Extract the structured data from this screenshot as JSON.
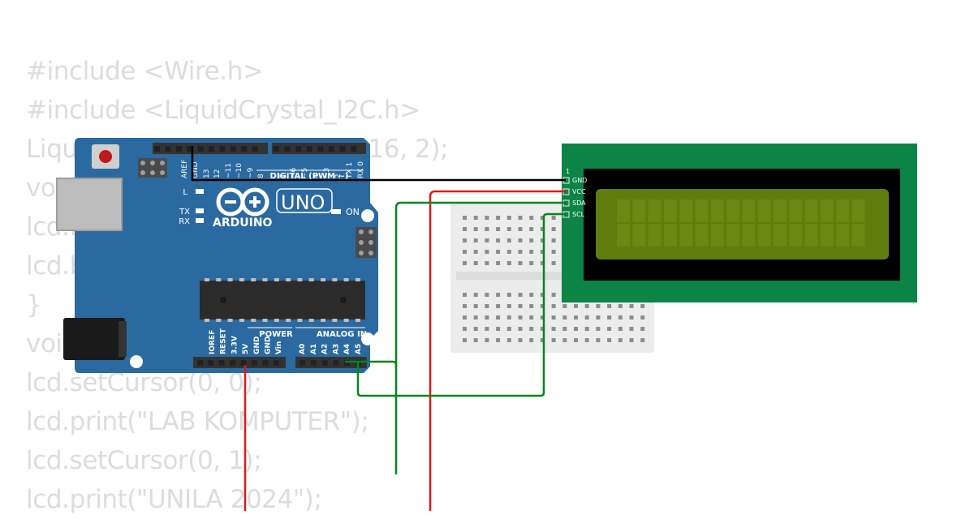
{
  "code": [
    "#include <Wire.h>",
    "#include <LiquidCrystal_I2C.h>",
    "LiquidCrystal_I2C lcd(0x27, 16, 2);",
    "void setup() {",
    "lcd.init();",
    "lcd.backlight();",
    "}",
    "void loop() {",
    "lcd.setCursor(0, 0);",
    "lcd.print(\"LAB KOMPUTER\");",
    "lcd.setCursor(0, 1);",
    "lcd.print(\"UNILA 2024\");"
  ],
  "arduino": {
    "brand": "ARDUINO",
    "model": "UNO",
    "digital_label": "DIGITAL (PWM ~)",
    "power_label": "POWER",
    "analog_label": "ANALOG IN",
    "led_l": "L",
    "led_tx": "TX",
    "led_rx": "RX",
    "led_on": "ON",
    "digital_pins": [
      "AREF",
      "GND",
      "13",
      "12",
      "~11",
      "~10",
      "~9",
      "8",
      "7",
      "~6",
      "~5",
      "4",
      "~3",
      "2",
      "TX 1",
      "RX 0"
    ],
    "power_pins": [
      "IOREF",
      "RESET",
      "3.3V",
      "5V",
      "GND",
      "GND",
      "Vin"
    ],
    "analog_pins": [
      "A0",
      "A1",
      "A2",
      "A3",
      "A4",
      "A5"
    ]
  },
  "lcd": {
    "pin1": "1",
    "pins": [
      "GND",
      "VCC",
      "SDA",
      "SCL"
    ]
  },
  "colors": {
    "board": "#2b6aa0",
    "lcd_pcb": "#0b8445",
    "lcd_screen": "#5f7d0c",
    "wire_black": "#000000",
    "wire_red": "#e0191b",
    "wire_green": "#07861a"
  }
}
